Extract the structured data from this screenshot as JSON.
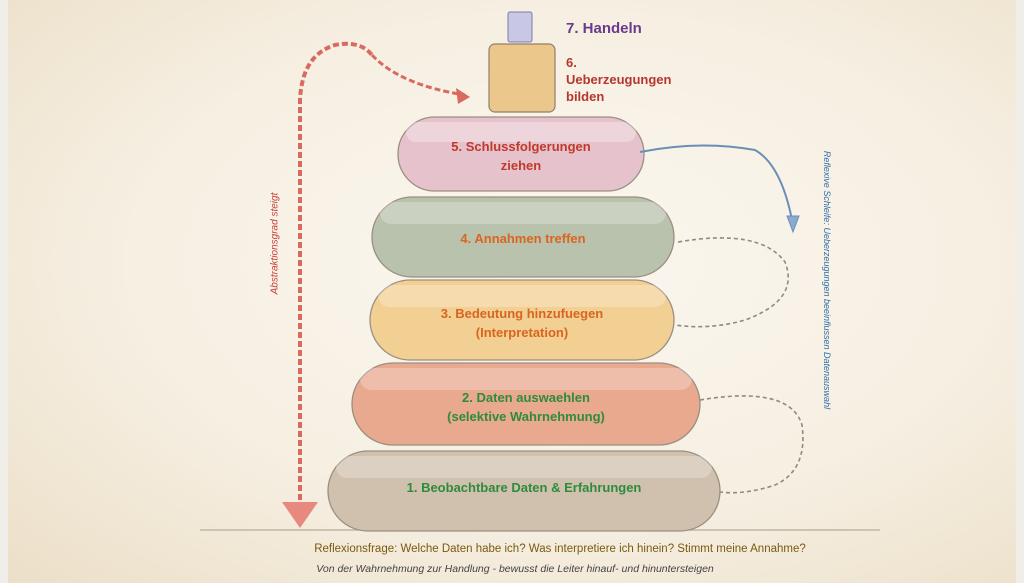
{
  "steps": [
    {
      "label": "1. Beobachtbare Daten & Erfahrungen",
      "color": "#2e8b3e"
    },
    {
      "label_line1": "2. Daten auswaehlen",
      "label_line2": "(selektive Wahrnehmung)",
      "color": "#2e8b3e"
    },
    {
      "label_line1": "3. Bedeutung hinzufuegen",
      "label_line2": "(Interpretation)",
      "color": "#d9651f"
    },
    {
      "label": "4. Annahmen treffen",
      "color": "#d9651f"
    },
    {
      "label_line1": "5. Schlussfolgerungen",
      "label_line2": "ziehen",
      "color": "#c0392b"
    },
    {
      "label_line1": "6.",
      "label_line2": "Ueberzeugungen",
      "label_line3": "bilden",
      "color": "#b5372c"
    },
    {
      "label": "7. Handeln",
      "color": "#6a3b8a"
    }
  ],
  "left_arrow_label": "Abstraktionsgrad steigt",
  "right_loop_label": "Reflexive Schleife: Ueberzeugungen beeinflussen Datenauswahl",
  "reflection_question": "Reflexionsfrage: Welche Daten habe ich? Was interpretiere ich hinein? Stimmt meine Annahme?",
  "caption": "Von der Wahrnehmung zur Handlung - bewusst die Leiter hinauf- und hinuntersteigen",
  "stone_colors": {
    "stone1": "#cfc1ad",
    "stone2": "#e9a98f",
    "stone3": "#f2cf93",
    "stone4": "#b9c2ad",
    "stone5": "#e6c3cc",
    "block6": "#ebc78c",
    "block7": "#c9c7e6"
  }
}
